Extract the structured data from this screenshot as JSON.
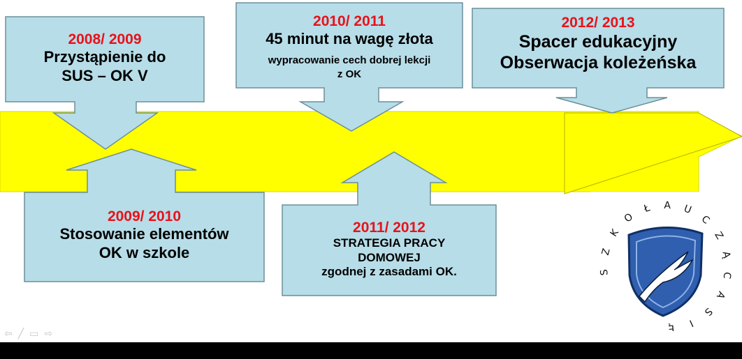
{
  "colors": {
    "arrow_yellow": "#ffff00",
    "box_fill": "#b7dde8",
    "box_stroke": "#6b8f9a",
    "year_red": "#e8121a",
    "bar_black": "#000000",
    "shield_blue": "#2f5fae"
  },
  "boxes": [
    {
      "id": "2008",
      "year": "2008/ 2009",
      "lines": [
        "Przystąpienie do",
        "SUS – OK V"
      ]
    },
    {
      "id": "2010",
      "year": "2010/ 2011",
      "title": "45 minut na wagę złota",
      "lines": [
        "wypracowanie cech dobrej lekcji",
        "z OK"
      ]
    },
    {
      "id": "2012",
      "year": "2012/ 2013",
      "lines": [
        "Spacer edukacyjny",
        "Obserwacja koleżeńska"
      ]
    },
    {
      "id": "2009",
      "year": "2009/ 2010",
      "lines": [
        "Stosowanie elementów",
        "OK w szkole"
      ]
    },
    {
      "id": "2011",
      "year": "2011/ 2012",
      "lines": [
        "STRATEGIA PRACY",
        "DOMOWEJ",
        "zgodnej z zasadami OK."
      ]
    }
  ],
  "logo": {
    "ring_letters": [
      "S",
      "Z",
      "K",
      "O",
      "Ł",
      "A",
      "U",
      "C",
      "Z",
      "Ą",
      "C",
      "A",
      "S",
      "I",
      "Ę"
    ],
    "icon": "shield-with-eagle-icon"
  },
  "nav_icons": [
    "arrow-left-icon",
    "pen-icon",
    "menu-icon",
    "arrow-right-icon"
  ]
}
